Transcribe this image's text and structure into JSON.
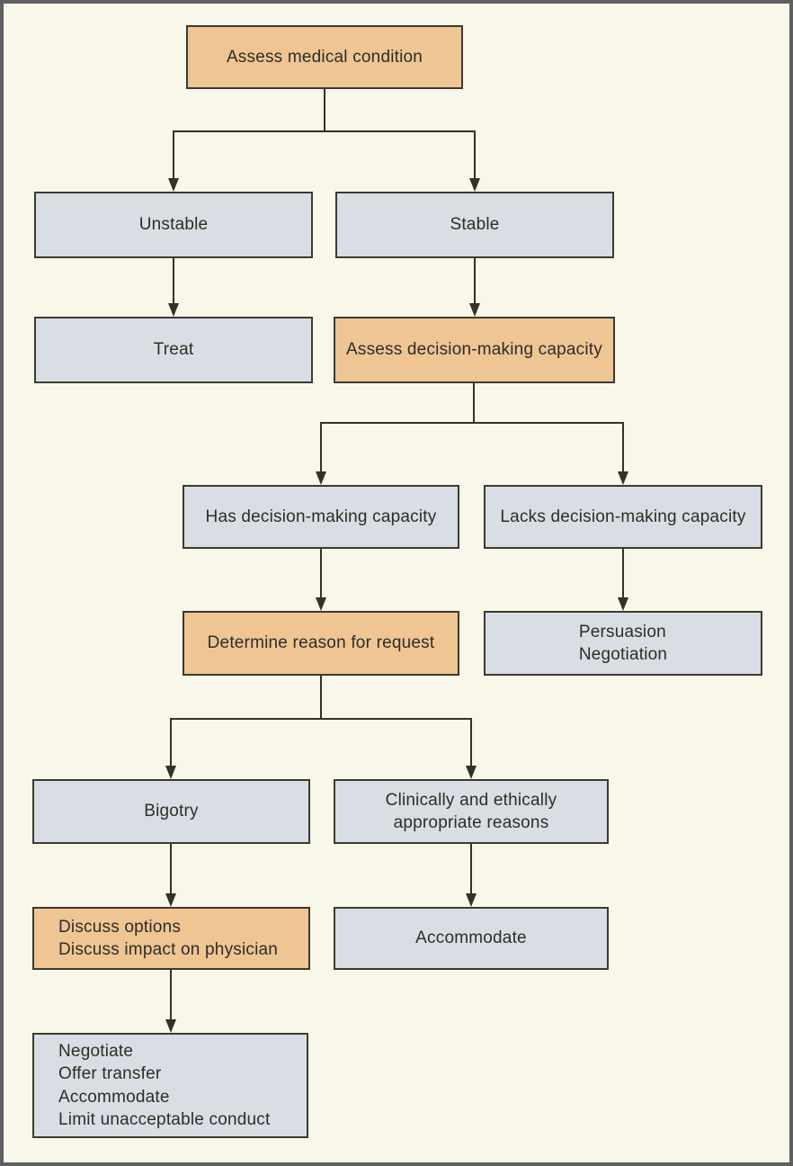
{
  "diagram": {
    "type": "flowchart",
    "background_color": "#F8F7E9",
    "frame_color": "#5E6062",
    "colors": {
      "action_fill": "#EEC593",
      "outcome_fill": "#D9DDE4",
      "box_border": "#3B3A31",
      "connector": "#32312B",
      "text": "#2F2D26"
    },
    "nodes": {
      "assess_medical": {
        "label": "Assess medical condition",
        "type": "action"
      },
      "unstable": {
        "label": "Unstable",
        "type": "outcome"
      },
      "stable": {
        "label": "Stable",
        "type": "outcome"
      },
      "treat": {
        "label": "Treat",
        "type": "outcome"
      },
      "assess_capacity": {
        "label": "Assess decision-making capacity",
        "type": "action"
      },
      "has_capacity": {
        "label": "Has decision-making capacity",
        "type": "outcome"
      },
      "lacks_capacity": {
        "label": "Lacks decision-making capacity",
        "type": "outcome"
      },
      "determine_reason": {
        "label": "Determine reason for request",
        "type": "action"
      },
      "persuasion": {
        "lines": [
          "Persuasion",
          "Negotiation"
        ],
        "type": "outcome"
      },
      "bigotry": {
        "label": "Bigotry",
        "type": "outcome"
      },
      "appropriate_reasons": {
        "lines": [
          "Clinically and ethically",
          "appropriate reasons"
        ],
        "type": "outcome"
      },
      "discuss": {
        "lines": [
          "Discuss options",
          "Discuss impact on physician"
        ],
        "type": "action"
      },
      "accommodate": {
        "label": "Accommodate",
        "type": "outcome"
      },
      "final_options": {
        "lines": [
          "Negotiate",
          "Offer transfer",
          "Accommodate",
          "Limit unacceptable conduct"
        ],
        "type": "outcome"
      }
    },
    "edges": [
      {
        "from": "assess_medical",
        "to": "unstable"
      },
      {
        "from": "assess_medical",
        "to": "stable"
      },
      {
        "from": "unstable",
        "to": "treat"
      },
      {
        "from": "stable",
        "to": "assess_capacity"
      },
      {
        "from": "assess_capacity",
        "to": "has_capacity"
      },
      {
        "from": "assess_capacity",
        "to": "lacks_capacity"
      },
      {
        "from": "has_capacity",
        "to": "determine_reason"
      },
      {
        "from": "lacks_capacity",
        "to": "persuasion"
      },
      {
        "from": "determine_reason",
        "to": "bigotry"
      },
      {
        "from": "determine_reason",
        "to": "appropriate_reasons"
      },
      {
        "from": "bigotry",
        "to": "discuss"
      },
      {
        "from": "appropriate_reasons",
        "to": "accommodate"
      },
      {
        "from": "discuss",
        "to": "final_options"
      }
    ]
  }
}
